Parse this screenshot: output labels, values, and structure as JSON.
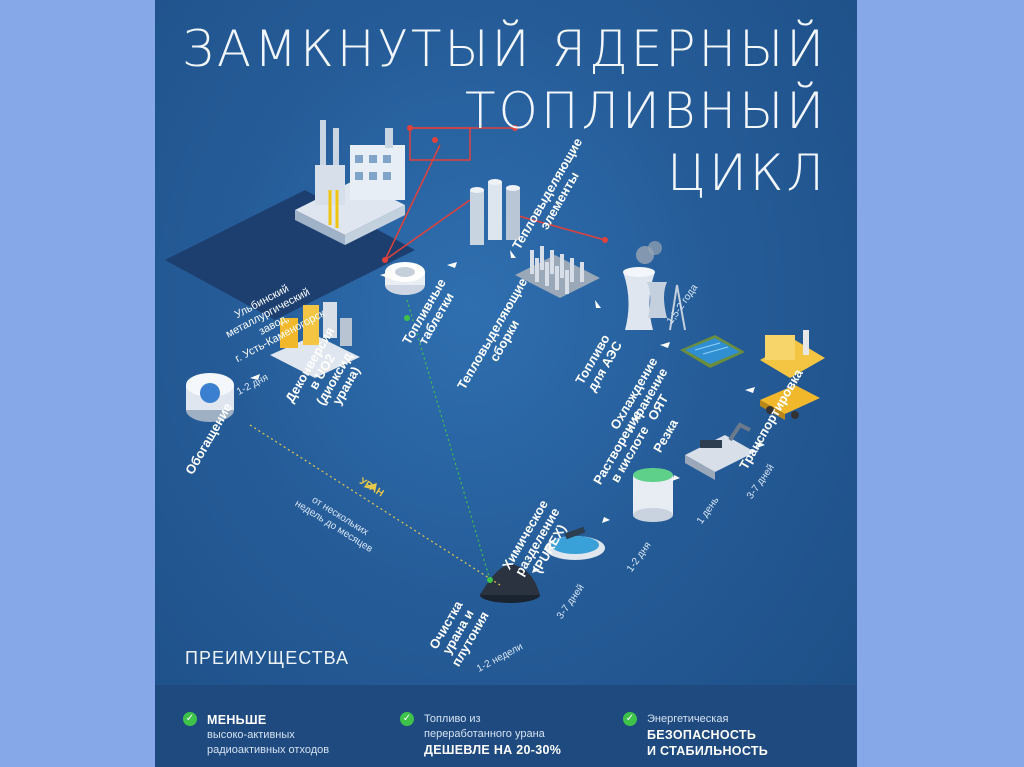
{
  "title": {
    "line1": "ЗАМКНУТЫЙ ЯДЕРНЫЙ",
    "line2": "ТОПЛИВНЫЙ",
    "line3": "ЦИКЛ"
  },
  "factory": {
    "line1": "Ульбинский",
    "line2": "металлургический",
    "line3": "завод,",
    "line4": "г. Усть-Каменогорск"
  },
  "stages": {
    "enrichment": "Обогащение",
    "deconversion_1": "Деконверсия",
    "deconversion_2": "в UO2",
    "deconversion_3": "(диоксид",
    "deconversion_4": "урана)",
    "pellets_1": "Топливные",
    "pellets_2": "таблетки",
    "elements_1": "Тепловыделяющие",
    "elements_2": "элементы",
    "assemblies_1": "Тепловыделяющие",
    "assemblies_2": "сборки",
    "npp_1": "Топливо",
    "npp_2": "для АЭС",
    "storage_1": "Охлаждение",
    "storage_2": "и хранение",
    "storage_3": "ОЯТ",
    "transport": "Транспортировка",
    "cutting": "Резка",
    "dissolution_1": "Растворение",
    "dissolution_2": "в кислоте",
    "separation_1": "Химическое",
    "separation_2": "разделение",
    "separation_3": "(PUREX)",
    "purification_1": "Очистка",
    "purification_2": "урана и",
    "purification_3": "плутония"
  },
  "durations": {
    "d_enrich": "1-2 дня",
    "d_npp": "1,5-2 года",
    "d_transport": "3-7 дней",
    "d_cutting": "1 день",
    "d_dissolution": "1-2 дня",
    "d_separation": "3-7 дней",
    "d_purification": "1-2 недели",
    "d_return_1": "от нескольких",
    "d_return_2": "недель до месяцев"
  },
  "uranium_label": "УРАН",
  "advantages": {
    "title": "ПРЕИМУЩЕСТВА",
    "items": [
      {
        "top": "МЕНЬШЕ",
        "bottom": "высоко-активных",
        "bottom2": "радиоактивных отходов"
      },
      {
        "top": "Топливо из",
        "bottom": "переработанного урана",
        "bottom2": "ДЕШЕВЛЕ НА 20-30%"
      },
      {
        "top": "Энергетическая",
        "bottom": "БЕЗОПАСНОСТЬ",
        "bottom2": "И СТАБИЛЬНОСТЬ"
      }
    ]
  },
  "colors": {
    "background": "#86a8e8",
    "poster": "#255c98",
    "accent_red": "#e0413a",
    "accent_green": "#3fc24a",
    "uranium_yellow": "#e6c84a"
  }
}
